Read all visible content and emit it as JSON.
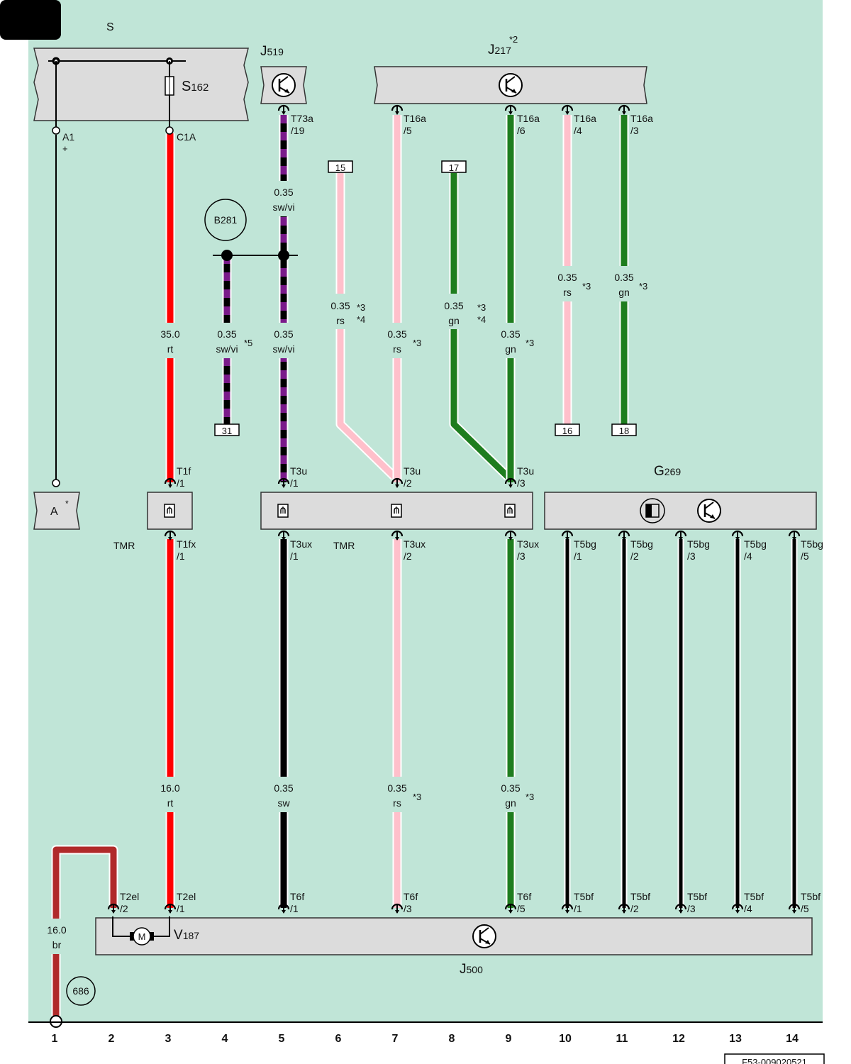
{
  "page": {
    "sheet_label": "S",
    "doc_id": "F53-009020521"
  },
  "colors": {
    "background": "#c0e5d7",
    "box_fill": "#dcdcdc",
    "rt": "#ff0000",
    "rs": "#ffc0cb",
    "gn": "#1e7d1e",
    "sw": "#000000",
    "vi": "#7a1a8a",
    "br": "#b02a2a",
    "outline": "#ffffff"
  },
  "components": {
    "fuse_holder": {
      "id": "S162",
      "prefix": "S",
      "sub": "162",
      "pin_a": "A1",
      "pin_a_sign": "+",
      "pin_b": "C1A"
    },
    "j519": {
      "prefix": "J",
      "sub": "519"
    },
    "j217": {
      "prefix": "J",
      "sub": "217",
      "note": "*2"
    },
    "b281": {
      "label": "B281"
    },
    "g269": {
      "prefix": "G",
      "sub": "269"
    },
    "j500": {
      "prefix": "J",
      "sub": "500"
    },
    "v187": {
      "prefix": "V",
      "sub": "187",
      "motor": "M"
    },
    "a_box": {
      "label": "A",
      "note": "*"
    },
    "tmr_left": {
      "label": "TMR"
    },
    "tmr_mid": {
      "label": "TMR"
    },
    "ref_686": {
      "label": "686"
    }
  },
  "terminals": [
    "15",
    "17",
    "31",
    "16",
    "18"
  ],
  "connectors": {
    "t73a_19": [
      "T73a",
      "/19"
    ],
    "t16a_5": [
      "T16a",
      "/5"
    ],
    "t16a_6": [
      "T16a",
      "/6"
    ],
    "t16a_4": [
      "T16a",
      "/4"
    ],
    "t16a_3": [
      "T16a",
      "/3"
    ],
    "t1f_1": [
      "T1f",
      "/1"
    ],
    "t1fx_1": [
      "T1fx",
      "/1"
    ],
    "t3u_1": [
      "T3u",
      "/1"
    ],
    "t3u_2": [
      "T3u",
      "/2"
    ],
    "t3u_3": [
      "T3u",
      "/3"
    ],
    "t3ux_1": [
      "T3ux",
      "/1"
    ],
    "t3ux_2": [
      "T3ux",
      "/2"
    ],
    "t3ux_3": [
      "T3ux",
      "/3"
    ],
    "t5bg_1": [
      "T5bg",
      "/1"
    ],
    "t5bg_2": [
      "T5bg",
      "/2"
    ],
    "t5bg_3": [
      "T5bg",
      "/3"
    ],
    "t5bg_4": [
      "T5bg",
      "/4"
    ],
    "t5bg_5": [
      "T5bg",
      "/5"
    ],
    "t2el_2": [
      "T2el",
      "/2"
    ],
    "t2el_1": [
      "T2el",
      "/1"
    ],
    "t6f_1": [
      "T6f",
      "/1"
    ],
    "t6f_3": [
      "T6f",
      "/3"
    ],
    "t6f_5": [
      "T6f",
      "/5"
    ],
    "t5bf_1": [
      "T5bf",
      "/1"
    ],
    "t5bf_2": [
      "T5bf",
      "/2"
    ],
    "t5bf_3": [
      "T5bf",
      "/3"
    ],
    "t5bf_4": [
      "T5bf",
      "/4"
    ],
    "t5bf_5": [
      "T5bf",
      "/5"
    ]
  },
  "wire_labels": {
    "w3_top": [
      "35.0",
      "rt"
    ],
    "w3_bot": [
      "16.0",
      "rt"
    ],
    "w4": [
      "0.35",
      "sw/vi",
      "*5"
    ],
    "w5_a": [
      "0.35",
      "sw/vi"
    ],
    "w5_b": [
      "0.35",
      "sw/vi"
    ],
    "w5_bot": [
      "0.35",
      "sw"
    ],
    "w6": [
      "0.35",
      "rs",
      "*3",
      "*4"
    ],
    "w7_top": [
      "0.35",
      "rs",
      "*3"
    ],
    "w7_bot": [
      "0.35",
      "rs",
      "*3"
    ],
    "w8": [
      "0.35",
      "gn",
      "*3",
      "*4"
    ],
    "w9_top": [
      "0.35",
      "gn",
      "*3"
    ],
    "w9_bot": [
      "0.35",
      "gn",
      "*3"
    ],
    "w10": [
      "0.35",
      "rs",
      "*3"
    ],
    "w11": [
      "0.35",
      "gn",
      "*3"
    ],
    "w1": [
      "16.0",
      "br"
    ]
  },
  "columns": [
    "1",
    "2",
    "3",
    "4",
    "5",
    "6",
    "7",
    "8",
    "9",
    "10",
    "11",
    "12",
    "13",
    "14"
  ]
}
